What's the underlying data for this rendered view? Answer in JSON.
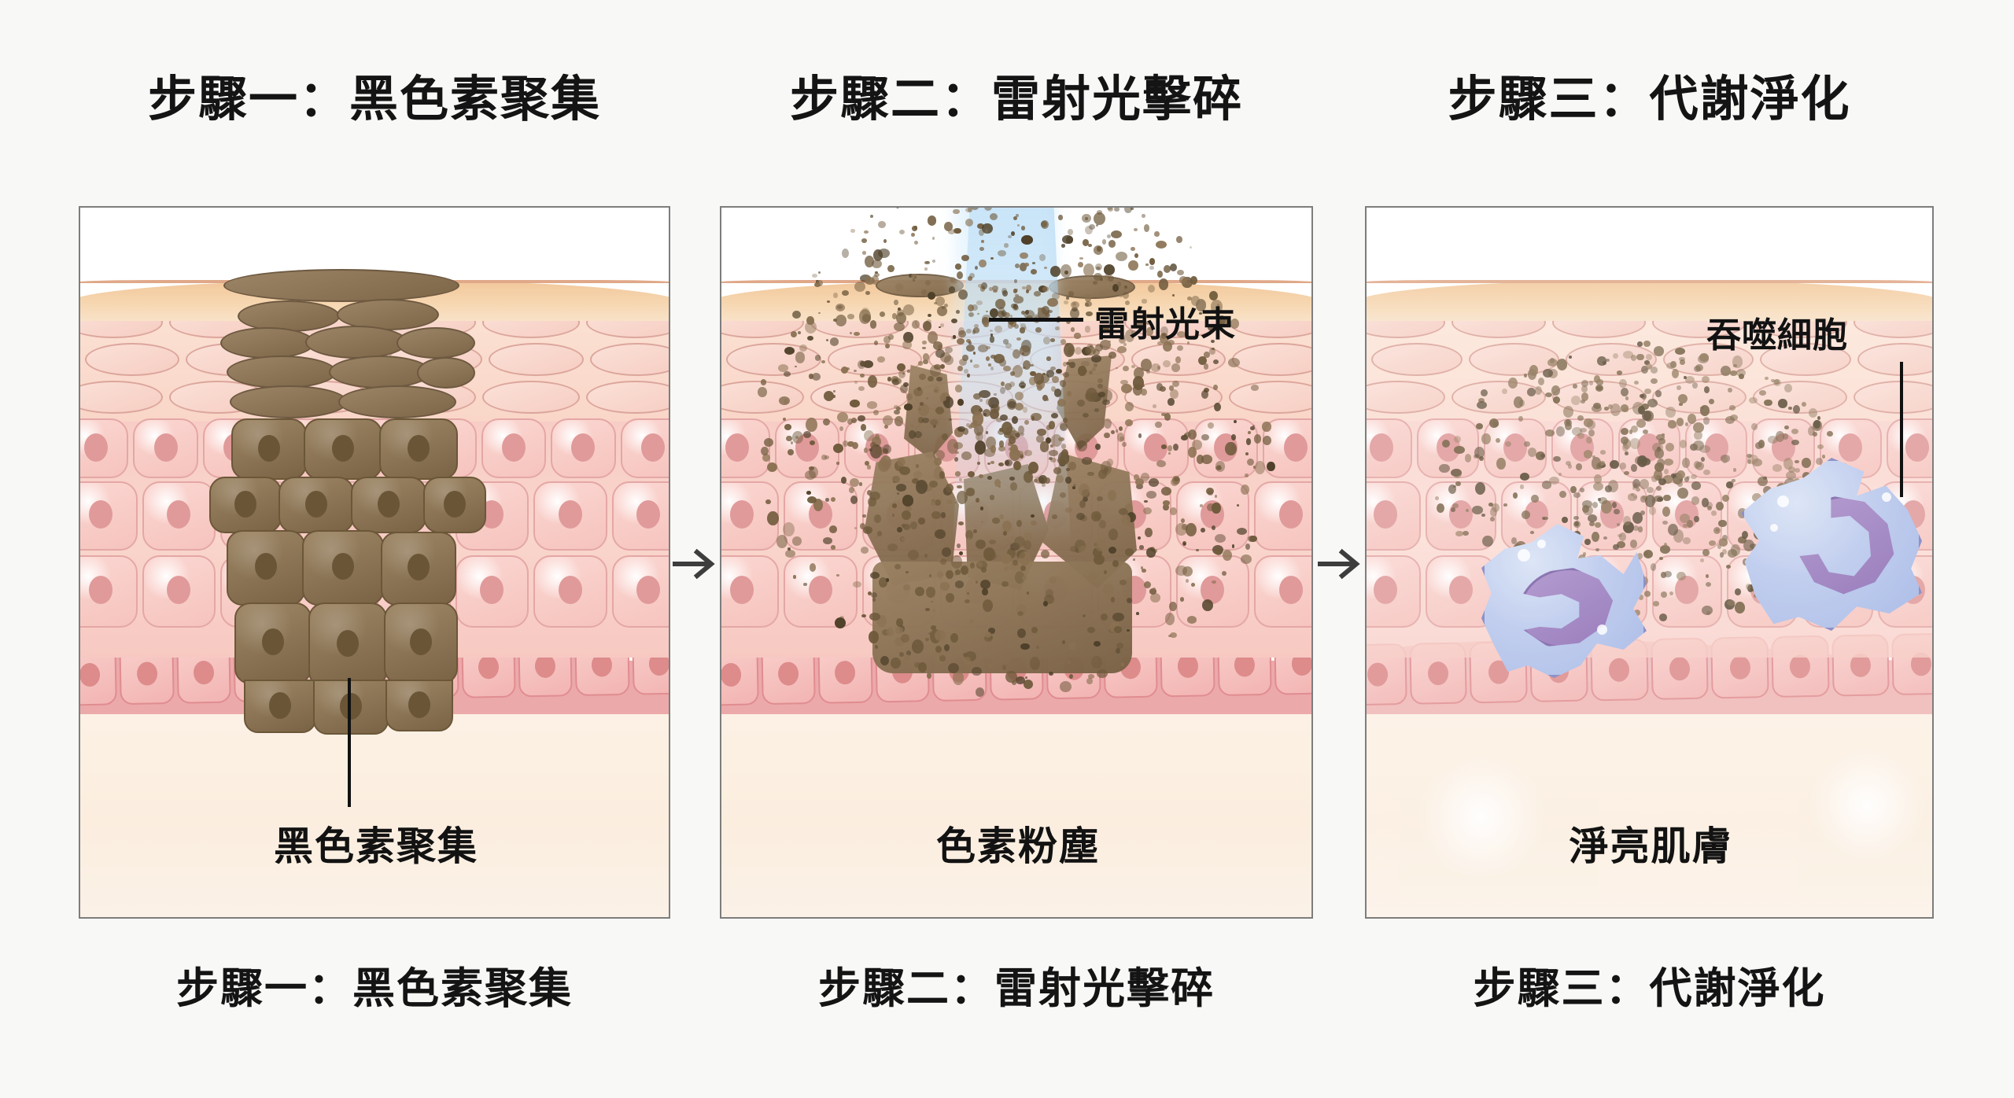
{
  "diagram": {
    "background_color": "#f8f8f6",
    "panel_border_color": "#7d7d7d",
    "arrow_color": "#3d3d3d"
  },
  "steps": [
    {
      "title": "步驟一：黑色素聚集",
      "caption": "步驟一：黑色素聚集",
      "inner_label": "黑色素聚集"
    },
    {
      "title": "步驟二：雷射光擊碎",
      "caption": "步驟二：雷射光擊碎",
      "inner_label": "色素粉塵",
      "callout": "雷射光束"
    },
    {
      "title": "步驟三：代謝淨化",
      "caption": "步驟三：代謝淨化",
      "inner_label": "淨亮肌膚",
      "callout": "吞噬細胞"
    }
  ],
  "connectors": {
    "arrow_1_2": "arrow-right-icon",
    "arrow_2_3": "arrow-right-icon"
  },
  "colors": {
    "pigment": "#7d6548",
    "laser_beam": "#8cc3ee",
    "macrophage_cytoplasm": "#b7c6ec",
    "macrophage_nucleus": "#8a6ab3",
    "skin_corneum": "#f2c79a",
    "skin_basal": "#e9a0a4",
    "dermis": "#fdf2e6"
  }
}
